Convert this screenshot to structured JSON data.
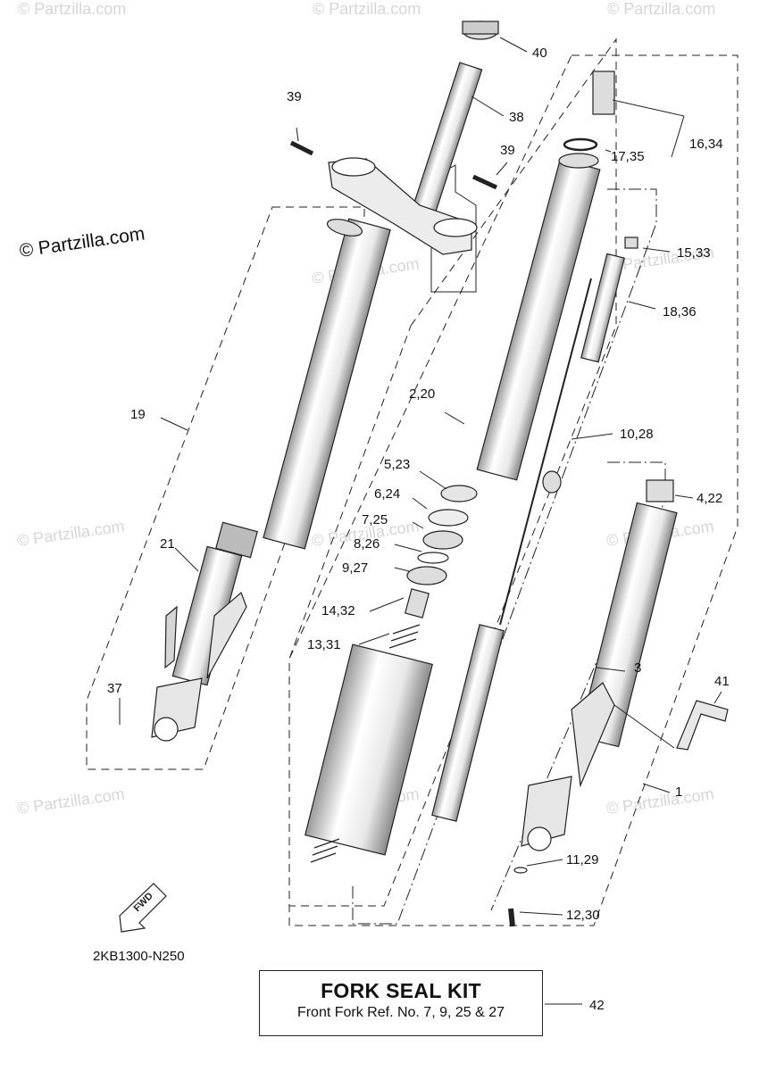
{
  "watermark": "© Partzilla.com",
  "brand_watermark": "© Partzilla.com",
  "diagram_code": "2KB1300-N250",
  "fwd_label": "FWD",
  "kit": {
    "title": "FORK SEAL KIT",
    "subtitle": "Front Fork Ref. No. 7, 9, 25 & 27",
    "callout": "42"
  },
  "callouts": {
    "p1": "1",
    "p3": "3",
    "p2_20": "2,20",
    "p4_22": "4,22",
    "p5_23": "5,23",
    "p6_24": "6,24",
    "p7_25": "7,25",
    "p8_26": "8,26",
    "p9_27": "9,27",
    "p10_28": "10,28",
    "p11_29": "11,29",
    "p12_30": "12,30",
    "p13_31": "13,31",
    "p14_32": "14,32",
    "p15_33": "15,33",
    "p16_34": "16,34",
    "p17_35": "17,35",
    "p18_36": "18,36",
    "p19": "19",
    "p21": "21",
    "p37": "37",
    "p38": "38",
    "p39a": "39",
    "p39b": "39",
    "p40": "40",
    "p41": "41"
  },
  "colors": {
    "line": "#222222",
    "watermark": "#d6d6d6",
    "fill": "#ffffff",
    "shade": "#cfcfcf"
  }
}
